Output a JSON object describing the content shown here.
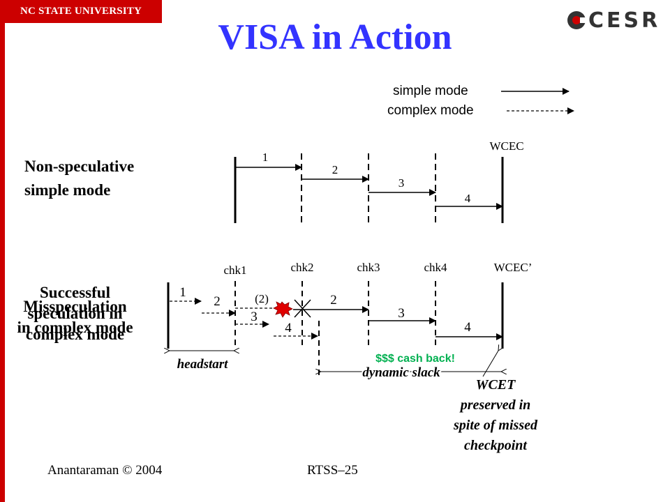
{
  "header": {
    "university": "NC STATE UNIVERSITY",
    "logo_text": "CESR"
  },
  "title": "VISA in Action",
  "legend": {
    "simple_label": "simple mode",
    "complex_label": "complex mode"
  },
  "top": {
    "label_line1": "Non-speculative",
    "label_line2": "simple mode",
    "end_label": "WCEC",
    "segments": [
      "1",
      "2",
      "3",
      "4"
    ]
  },
  "bottom": {
    "label_a": [
      "Successful",
      "speculation in",
      "complex mode"
    ],
    "label_b": [
      "Misspeculation",
      "in complex mode"
    ],
    "checkpoints": [
      "chk1",
      "chk2",
      "chk3",
      "chk4",
      "WCEC’"
    ],
    "complex_segments": [
      "1",
      "2",
      "(2)",
      "3",
      "4"
    ],
    "simple_segments": [
      "2",
      "3",
      "4"
    ],
    "headstart": "headstart",
    "dynamic_slack": "dynamic slack",
    "cash_back": "$$$ cash back!",
    "caption": [
      "WCET",
      "preserved in",
      "spite of missed",
      "checkpoint"
    ]
  },
  "footer": {
    "left": "Anantaraman © 2004",
    "right": "RTSS–25"
  },
  "colors": {
    "ncsu_red": "#cc0000",
    "title_blue": "#3333ff",
    "cash_green": "#00b050"
  }
}
